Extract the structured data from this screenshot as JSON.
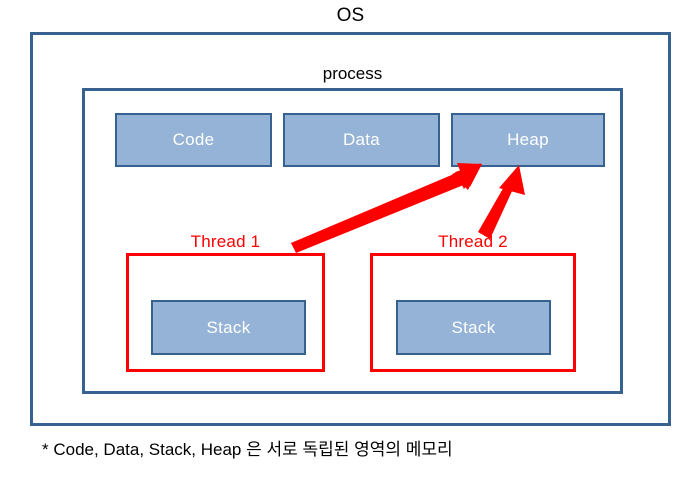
{
  "diagram": {
    "title": "OS",
    "process_label": "process",
    "memory_segments": [
      {
        "label": "Code"
      },
      {
        "label": "Data"
      },
      {
        "label": "Heap"
      }
    ],
    "threads": [
      {
        "label": "Thread 1",
        "stack_label": "Stack"
      },
      {
        "label": "Thread 2",
        "stack_label": "Stack"
      }
    ],
    "arrows": [
      {
        "name": "thread1-to-heap"
      },
      {
        "name": "thread2-to-heap"
      }
    ],
    "caption": "* Code, Data, Stack, Heap 은 서로 독립된 영역의 메모리",
    "colors": {
      "box_border": "#37618E",
      "box_fill": "#95B3D7",
      "box_text": "#FFFFFF",
      "thread_border": "#FF0000",
      "thread_text": "#FF0000",
      "arrow": "#FF0000",
      "title_text": "#000000",
      "background": "#FFFFFF"
    }
  }
}
